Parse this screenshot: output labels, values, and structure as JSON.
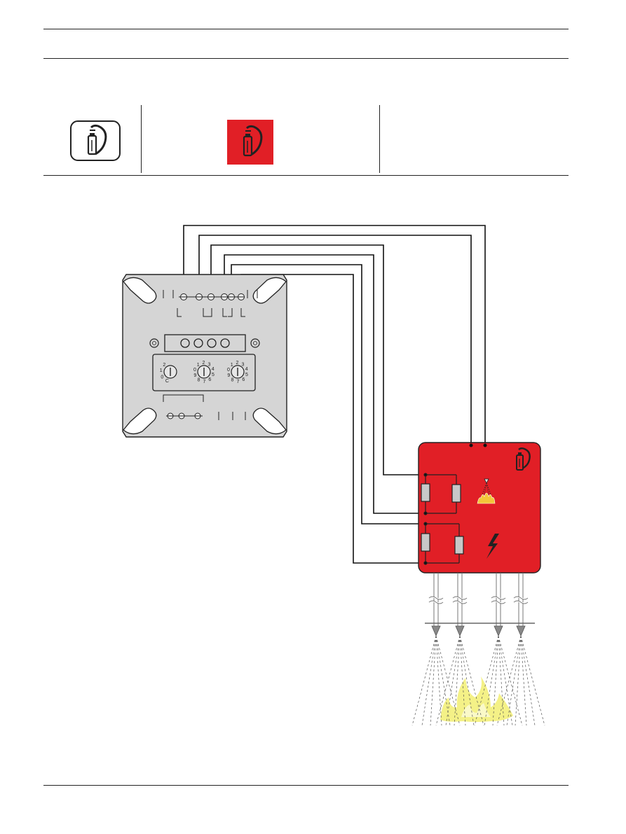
{
  "document": {
    "header_rule": "top",
    "symbol_table": {
      "cells": [
        {
          "icon": "extinguisher-outline-icon"
        },
        {
          "icon": "extinguisher-red-icon"
        },
        {
          "icon": ""
        }
      ]
    }
  },
  "wiring_diagram": {
    "module_rotary_switches": [
      {
        "icon": "rotary-switch-icon",
        "digits": [
          "C",
          "0",
          "1",
          "2"
        ]
      },
      {
        "icon": "rotary-switch-icon",
        "digits": [
          "9",
          "0",
          "1",
          "2",
          "3",
          "4",
          "5",
          "6",
          "7",
          "8"
        ]
      },
      {
        "icon": "rotary-switch-icon",
        "digits": [
          "9",
          "0",
          "1",
          "2",
          "3",
          "4",
          "5",
          "6",
          "7",
          "8"
        ]
      }
    ],
    "panel": {
      "color": "#e11f26",
      "icons": [
        "extinguisher-icon",
        "sprinkler-flame-icon",
        "lightning-icon"
      ]
    },
    "flame_color": "#f3f07a",
    "wire_color": "#111111"
  }
}
